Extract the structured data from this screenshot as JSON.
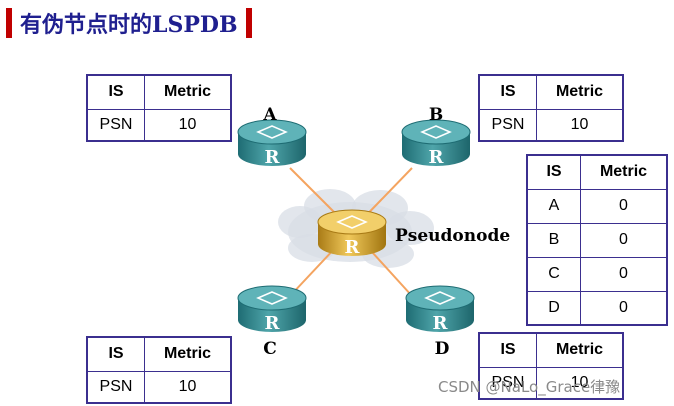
{
  "title": "有伪节点时的LSPDB",
  "headers": {
    "is": "IS",
    "metric": "Metric"
  },
  "tables": {
    "a": {
      "rows": [
        {
          "is": "PSN",
          "metric": "10"
        }
      ]
    },
    "b": {
      "rows": [
        {
          "is": "PSN",
          "metric": "10"
        }
      ]
    },
    "c": {
      "rows": [
        {
          "is": "PSN",
          "metric": "10"
        }
      ]
    },
    "d": {
      "rows": [
        {
          "is": "PSN",
          "metric": "10"
        }
      ]
    },
    "pseudonode": {
      "rows": [
        {
          "is": "A",
          "metric": "0"
        },
        {
          "is": "B",
          "metric": "0"
        },
        {
          "is": "C",
          "metric": "0"
        },
        {
          "is": "D",
          "metric": "0"
        }
      ]
    }
  },
  "nodes": {
    "a": {
      "label": "A"
    },
    "b": {
      "label": "B"
    },
    "c": {
      "label": "C"
    },
    "d": {
      "label": "D"
    },
    "pseudonode": {
      "label": "Pseudonode"
    }
  },
  "router_glyph": "R",
  "watermark": "CSDN @NaLo_Grace律豫",
  "colors": {
    "title": "#1f1f8f",
    "title_bar": "#c00000",
    "table_border": "#3b2f8f",
    "router": "#2a7f86",
    "pseudonode": "#d9a52a",
    "link": "#f4a460",
    "cloud": "#d8dde6"
  }
}
